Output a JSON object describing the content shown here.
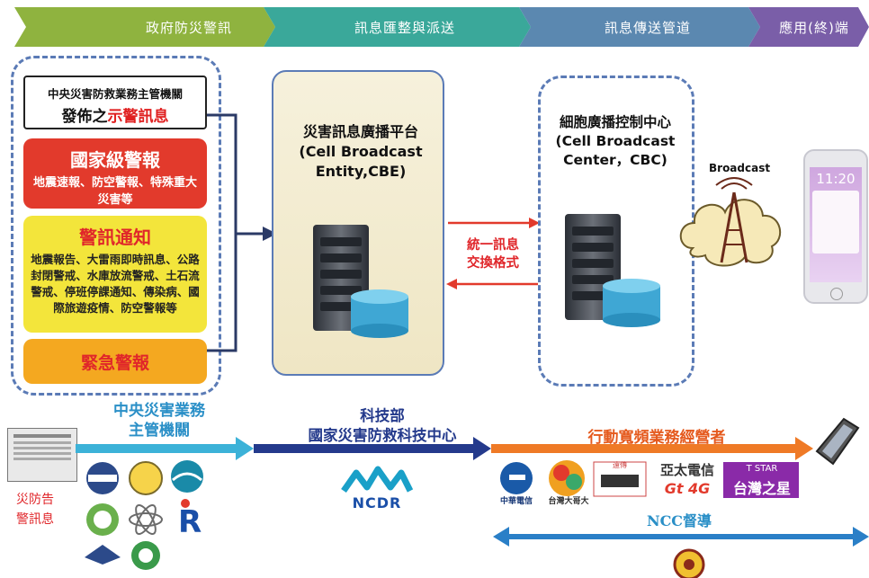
{
  "banner": [
    "政府防災警訊",
    "訊息匯整與派送",
    "訊息傳送管道",
    "應用(終)端"
  ],
  "authority": {
    "line1": "中央災害防救業務主管機關",
    "line2_prefix": "發佈之",
    "line2_highlight": "示警訊息"
  },
  "national": {
    "title": "國家級警報",
    "body": "地震速報、防空警報、特殊重大災害等"
  },
  "notice": {
    "title": "警訊通知",
    "body": "地震報告、大雷雨即時訊息、公路封閉警戒、水庫放流警戒、土石流警戒、停班停課通知、傳染病、國際旅遊疫情、防空警報等"
  },
  "emergency": {
    "title": "緊急警報"
  },
  "cbe": {
    "text": "災害訊息廣播平台(Cell Broadcast Entity,CBE)"
  },
  "exchange": {
    "line1": "統一訊息",
    "line2": "交換格式"
  },
  "cbc": {
    "text": "細胞廣播控制中心(Cell Broadcast Center，CBC)"
  },
  "broadcast": "Broadcast",
  "phone": {
    "time": "11:20"
  },
  "bottom": {
    "central": {
      "line1": "中央災害業務",
      "line2": "主管機關"
    },
    "most": {
      "line1": "科技部",
      "line2": "國家災害防救科技中心"
    },
    "operators": "行動寬頻業務經營者",
    "ncc": "NCC督導",
    "alert_caption": {
      "line1": "災防告",
      "line2": "警訊息"
    },
    "ncdr": "NCDR",
    "logos": [
      "中華電信",
      "台灣大哥大",
      "遠傳",
      "亞太電信",
      "台灣之星"
    ],
    "aptg_sub": "Gt 4G",
    "tstar_sub": "T STAR"
  }
}
